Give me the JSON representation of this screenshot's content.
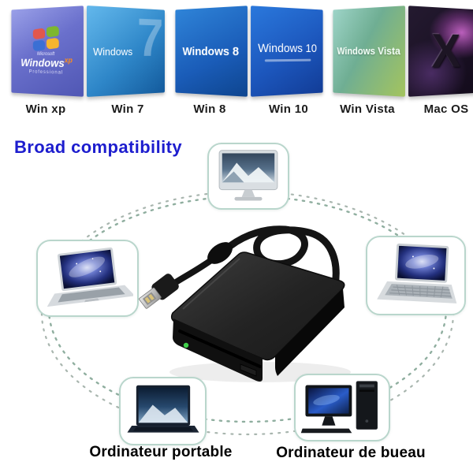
{
  "colors": {
    "heading": "#1d1dce",
    "card_border": "#b9d6cc",
    "dash_primary": "#8fae9f",
    "dash_secondary": "#a9b6af",
    "caption_text": "#1c1c1c",
    "label_text": "#000000"
  },
  "heading": {
    "label": "Broad compatibility"
  },
  "os_strip": {
    "panels": [
      {
        "caption": "Win xp",
        "overline": "Microsoft",
        "word": "Windows",
        "suffix": "xp",
        "subline": "Professional"
      },
      {
        "caption": "Win 7",
        "word": "Windows",
        "glyph": "7"
      },
      {
        "caption": "Win 8",
        "word": "Windows 8"
      },
      {
        "caption": "Win 10",
        "word": "Windows 10"
      },
      {
        "caption": "Win Vista",
        "word": "Windows Vista"
      },
      {
        "caption": "Mac OS",
        "glyph": "X"
      }
    ]
  },
  "diagram": {
    "center_device": "usb-floppy-disk-drive",
    "connected_devices": [
      "imac",
      "macbook-laptop",
      "netbook-laptop",
      "portable-laptop",
      "desktop-computer"
    ],
    "labels": {
      "portable": "Ordinateur portable",
      "desktop": "Ordinateur de bueau"
    }
  }
}
